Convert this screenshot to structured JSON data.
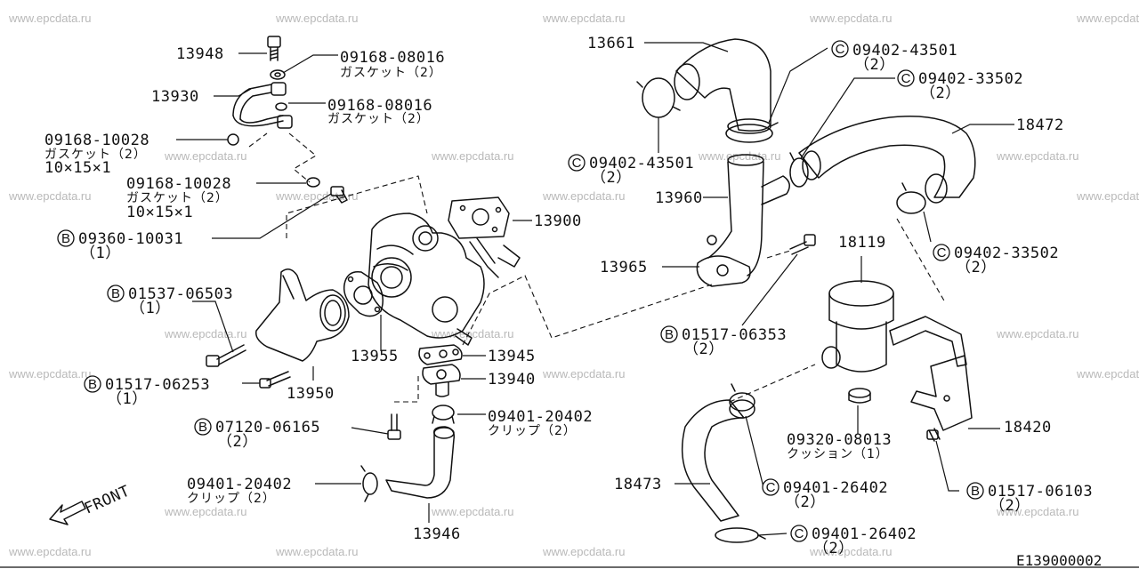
{
  "watermark": "www.epcdata.ru",
  "diagram_code": "E139000002",
  "front_label": "FRONT",
  "labels": {
    "p13948": "13948",
    "p13930": "13930",
    "g1_num": "09168-08016",
    "g1_sub": "ガスケット（2）",
    "g2_num": "09168-08016",
    "g2_sub": "ガスケット（2）",
    "g3_num": "09168-10028",
    "g3_sub": "ガスケット（2）",
    "g3_size": "10×15×1",
    "g4_num": "09168-10028",
    "g4_sub": "ガスケット（2）",
    "g4_size": "10×15×1",
    "b1_num": "09360-10031",
    "b1_qty": "（1）",
    "b2_num": "01537-06503",
    "b2_qty": "（1）",
    "b3_num": "01517-06253",
    "b3_qty": "（1）",
    "b4_num": "07120-06165",
    "b4_qty": "（2）",
    "clip1_num": "09401-20402",
    "clip1_sub": "クリップ（2）",
    "clip2_num": "09401-20402",
    "clip2_sub": "クリップ（2）",
    "p13900": "13900",
    "p13955": "13955",
    "p13950": "13950",
    "p13945": "13945",
    "p13940": "13940",
    "p13946": "13946",
    "p13661": "13661",
    "c1_num": "09402-43501",
    "c1_qty": "（2）",
    "c2_num": "09402-33502",
    "c2_qty": "（2）",
    "c3_num": "09402-43501",
    "c3_qty": "（2）",
    "c4_num": "09402-33502",
    "c4_qty": "（2）",
    "p18472": "18472",
    "p13960": "13960",
    "p13965": "13965",
    "b5_num": "01517-06353",
    "b5_qty": "（2）",
    "p18119": "18119",
    "p18420": "18420",
    "cushion_num": "09320-08013",
    "cushion_sub": "クッション（1）",
    "p18473": "18473",
    "c5_num": "09401-26402",
    "c5_qty": "（2）",
    "c6_num": "09401-26402",
    "c6_qty": "（2）",
    "b6_num": "01517-06103",
    "b6_qty": "（2）",
    "mark_b": "B",
    "mark_c": "C"
  }
}
